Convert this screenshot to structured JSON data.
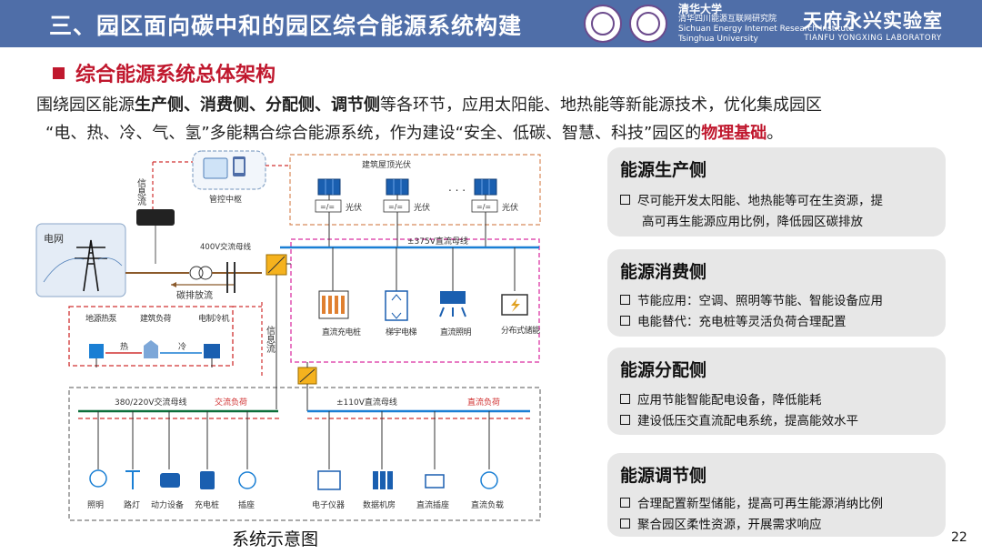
{
  "header": {
    "title": "三、园区面向碳中和的园区综合能源系统构建",
    "institute_cn_1": "清华大学",
    "institute_cn_2": "清华四川能源互联网研究院",
    "institute_en_1": "Sichuan Energy Internet Research Institute",
    "institute_en_2": "Tsinghua University",
    "lab_cn": "天府永兴实验室",
    "lab_en": "TIANFU YONGXING LABORATORY"
  },
  "section_title": "综合能源系统总体架构",
  "intro": {
    "p1a": "围绕园区能源",
    "p1b": "生产侧、消费侧、分配侧、调节侧",
    "p1c": "等各环节，应用太阳能、地热能等新能源技术，优化集成园区",
    "p2a": "“电、热、冷、气、氢”多能耦合综合能源系统，作为建设“安全、低碳、智慧、科技”园区的",
    "p2b": "物理基础",
    "p2c": "。"
  },
  "cards": {
    "production": {
      "title": "能源生产侧",
      "line1": "尽可能开发太阳能、地热能等可在生资源，提",
      "line2": "高可再生能源应用比例，降低园区碳排放"
    },
    "consumption": {
      "title": "能源消费侧",
      "line1": "节能应用：空调、照明等节能、智能设备应用",
      "line2": "电能替代：充电桩等灵活负荷合理配置"
    },
    "distribution": {
      "title": "能源分配侧",
      "line1": "应用节能智能配电设备，降低能耗",
      "line2": "建设低压交直流配电系统，提高能效水平"
    },
    "regulation": {
      "title": "能源调节侧",
      "line1": "合理配置新型储能，提高可再生能源消纳比例",
      "line2": "聚合园区柔性资源，开展需求响应"
    }
  },
  "diagram": {
    "info_flow_top": "信息流",
    "control_center": "管控中枢",
    "grid": "电网",
    "carbon_flow": "碳排放流",
    "ac_400v": "400V交流母线",
    "roof_pv": "建筑屋顶光伏",
    "pv": "光伏",
    "dc_375v": "±375V直流母线",
    "dc_charger": "直流充电桩",
    "elevator": "梯宇电梯",
    "dc_lighting": "直流照明",
    "storage": "分布式储能",
    "geo_heatpump": "地源热泵",
    "building_load": "建筑负荷",
    "chiller": "电制冷机",
    "heat": "热",
    "cold": "冷",
    "info_flow_mid": "信息流",
    "ac_380v": "380/220V交流母线",
    "ac_load": "交流负荷",
    "dc_110v": "±110V直流母线",
    "dc_load": "直流负荷",
    "loads_ac": [
      "照明",
      "路灯",
      "动力设备",
      "充电桩",
      "插座"
    ],
    "loads_dc": [
      "电子仪器",
      "数据机房",
      "直流插座",
      "直流负载"
    ]
  },
  "caption": "系统示意图",
  "page_number": "22",
  "colors": {
    "header": "#4f6ea8",
    "accent_red": "#c0182e",
    "card_bg": "#e7e7e7",
    "ac_bus": "#0b6e3a",
    "dc_bus": "#1a7fd4",
    "carbon": "#8b5a2b"
  }
}
